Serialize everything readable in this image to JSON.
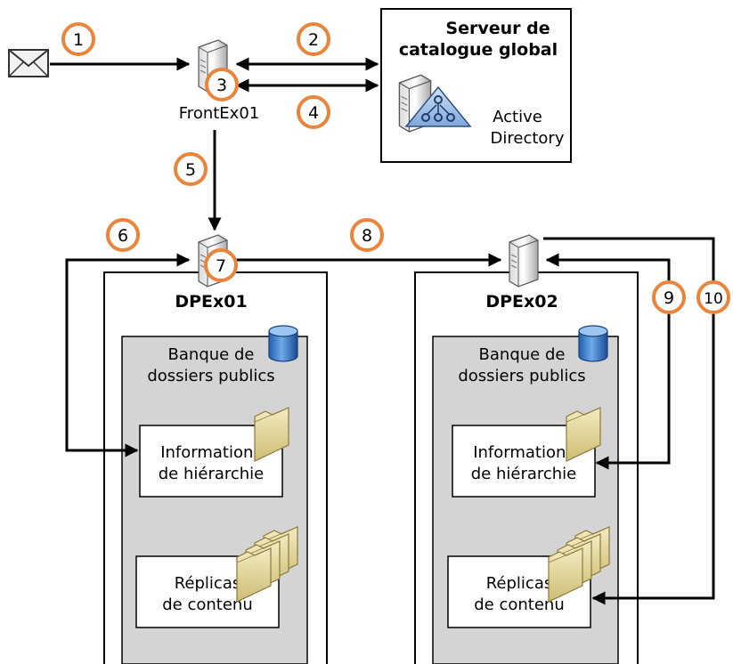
{
  "colors": {
    "step_ring": "#e8853b",
    "panel_gray": "#d4d4d4",
    "arrow": "#000000",
    "folder": "#e7dba0"
  },
  "gc_server": {
    "title_line1": "Serveur de",
    "title_line2": "catalogue global",
    "ad_line1": "Active",
    "ad_line2": "Directory"
  },
  "front_server": {
    "label": "FrontEx01"
  },
  "servers": [
    {
      "name": "DPEx01",
      "store_line1": "Banque de",
      "store_line2": "dossiers publics",
      "hier_line1": "Informations",
      "hier_line2": "de hiérarchie",
      "replica_line1": "Réplicas",
      "replica_line2": "de contenu"
    },
    {
      "name": "DPEx02",
      "store_line1": "Banque de",
      "store_line2": "dossiers publics",
      "hier_line1": "Informations",
      "hier_line2": "de hiérarchie",
      "replica_line1": "Réplicas",
      "replica_line2": "de contenu"
    }
  ],
  "steps": [
    "1",
    "2",
    "3",
    "4",
    "5",
    "6",
    "7",
    "8",
    "9",
    "10"
  ],
  "icons": {
    "mail": "envelope-icon",
    "server": "server-icon",
    "ad": "active-directory-icon",
    "db": "database-icon",
    "folder": "folder-icon",
    "folders": "folder-stack-icon"
  }
}
